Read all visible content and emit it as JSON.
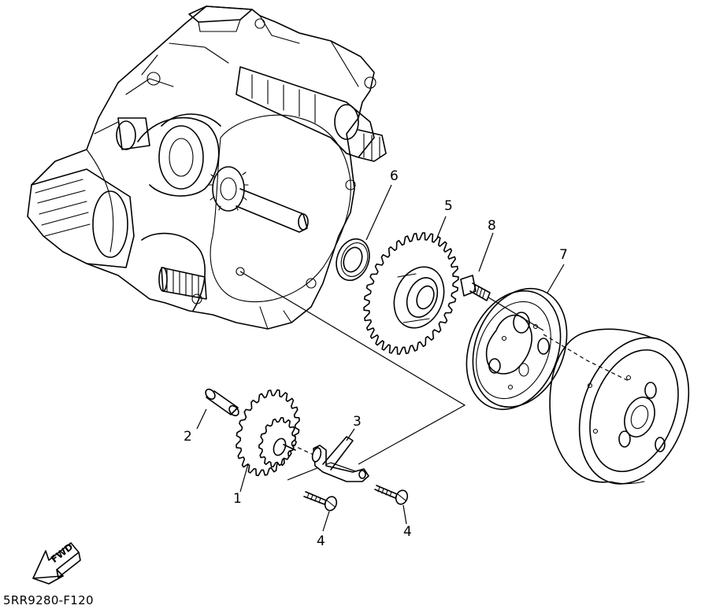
{
  "diagram": {
    "callouts": [
      {
        "id": "1",
        "label": "1"
      },
      {
        "id": "2",
        "label": "2"
      },
      {
        "id": "3",
        "label": "3"
      },
      {
        "id": "4a",
        "label": "4"
      },
      {
        "id": "4b",
        "label": "4"
      },
      {
        "id": "5",
        "label": "5"
      },
      {
        "id": "6",
        "label": "6"
      },
      {
        "id": "7",
        "label": "7"
      },
      {
        "id": "8",
        "label": "8"
      }
    ],
    "direction_marker": {
      "text": "FWD"
    },
    "drawing_code": "5RR9280-F120"
  }
}
